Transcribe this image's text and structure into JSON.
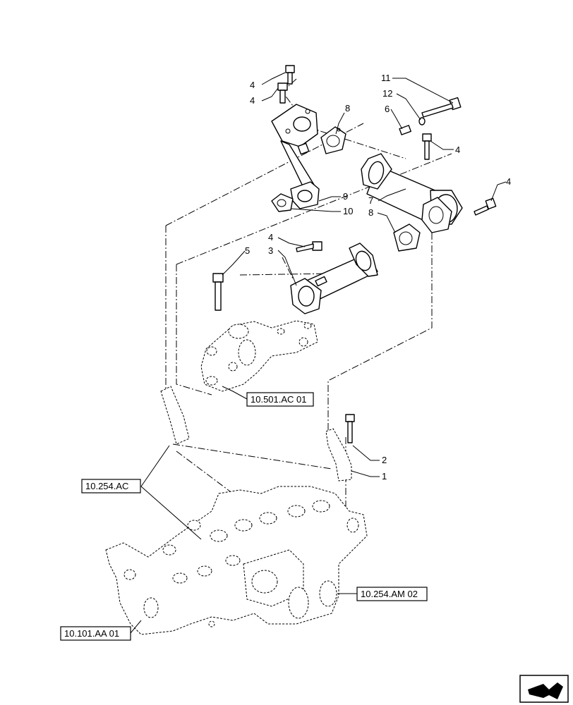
{
  "callouts": {
    "c4a": "4",
    "c4b": "4",
    "c4c": "4",
    "c4d": "4",
    "c4e": "4",
    "c8a": "8",
    "c8b": "8",
    "c11": "11",
    "c12": "12",
    "c6": "6",
    "c7": "7",
    "c9": "9",
    "c10": "10",
    "c3": "3",
    "c5": "5",
    "c2": "2",
    "c1": "1"
  },
  "references": {
    "ref_501": "10.501.AC 01",
    "ref_254ac": "10.254.AC",
    "ref_254am": "10.254.AM 02",
    "ref_101": "10.101.AA 01"
  },
  "icons": {
    "nav_icon": "next-page-arrow-icon"
  }
}
